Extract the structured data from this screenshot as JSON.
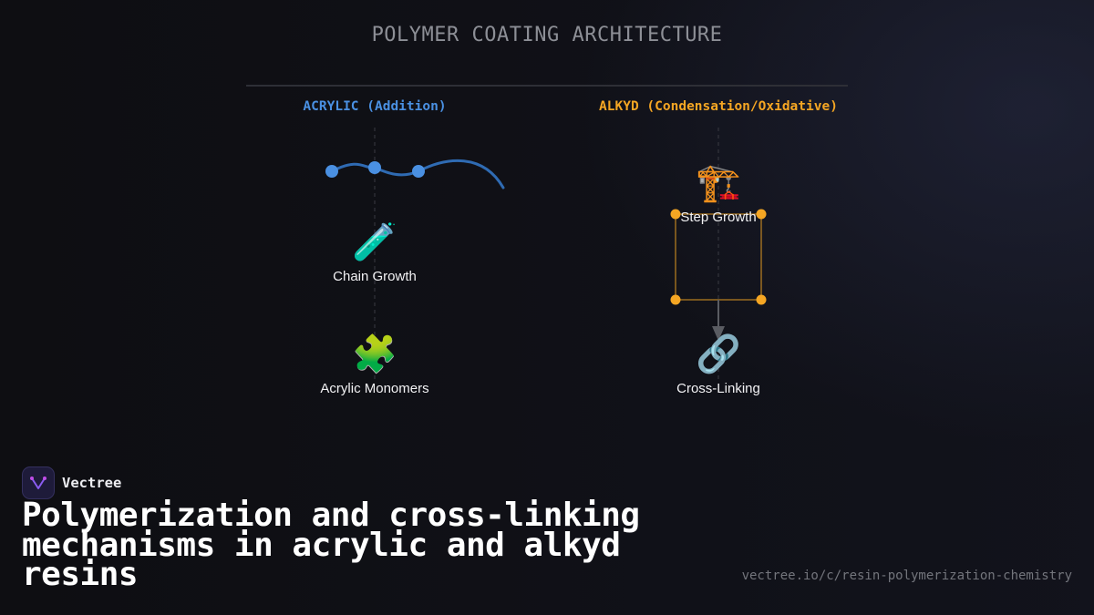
{
  "title": "POLYMER COATING ARCHITECTURE",
  "columns": [
    {
      "heading": "ACRYLIC (Addition)",
      "color": "#4a90e2"
    },
    {
      "heading": "ALKYD (Condensation/Oxidative)",
      "color": "#f5a623"
    }
  ],
  "nodes": {
    "chain_growth": {
      "icon": "test-tube-icon",
      "glyph": "🧪",
      "label": "Chain Growth"
    },
    "acrylic_monomers": {
      "icon": "puzzle-piece-icon",
      "glyph": "🧩",
      "label": "Acrylic Monomers"
    },
    "step_growth": {
      "icon": "construction-crane-icon",
      "glyph": "🏗️",
      "label": "Step Growth"
    },
    "cross_linking": {
      "icon": "chain-link-icon",
      "glyph": "🔗",
      "label": "Cross-Linking"
    }
  },
  "colors": {
    "acrylic_chain": "#2f6bb3",
    "acrylic_bead": "#4a90e2",
    "alkyd_network": "#f5a623",
    "arrow": "#5a5c62",
    "guide": "#3a3b42"
  },
  "brand": {
    "name": "Vectree",
    "logo_icon": "vectree-logo-icon"
  },
  "headline": "Polymerization and cross-linking mechanisms in acrylic and alkyd resins",
  "url": "vectree.io/c/resin-polymerization-chemistry"
}
